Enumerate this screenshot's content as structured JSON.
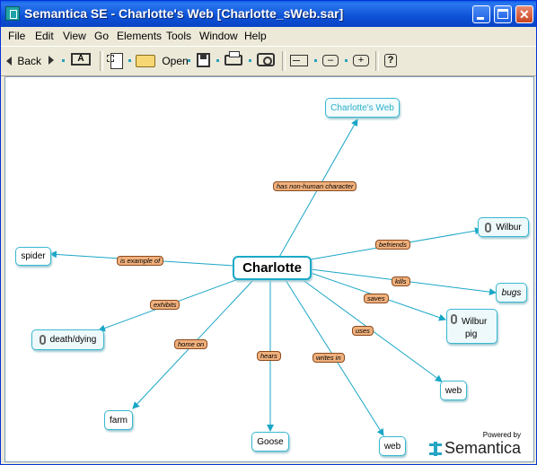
{
  "window": {
    "title": "Semantica SE - Charlotte's Web [Charlotte_sWeb.sar]"
  },
  "menu": [
    "File",
    "Edit",
    "View",
    "Go",
    "Elements",
    "Tools",
    "Window",
    "Help"
  ],
  "toolbar": {
    "back_label": "Back",
    "open_label": "Open"
  },
  "map": {
    "central": "Charlotte",
    "concepts": {
      "title_node": "Charlotte's Web",
      "wilbur": "Wilbur",
      "spider": "spider",
      "bugs": "bugs",
      "death_dying": "death/dying",
      "wilbur_pig_1": "Wilbur",
      "wilbur_pig_2": "pig",
      "web1": "web",
      "farm": "farm",
      "goose": "Goose",
      "web2": "web"
    },
    "links": {
      "has_nonhuman": "has non-human character",
      "befriends": "befriends",
      "is_example_of": "is example of",
      "kills": "kills",
      "saves": "saves",
      "exhibits": "exhibits",
      "uses": "uses",
      "home_on": "home on",
      "hears": "hears",
      "writes_in": "writes in"
    }
  },
  "branding": {
    "powered_by": "Powered by",
    "name": "Semantica"
  },
  "colors": {
    "edge": "#1aa6c6",
    "link_fill": "#f0b07c",
    "concept_border": "#38b8d0",
    "title_bar": "#0d52d6"
  }
}
